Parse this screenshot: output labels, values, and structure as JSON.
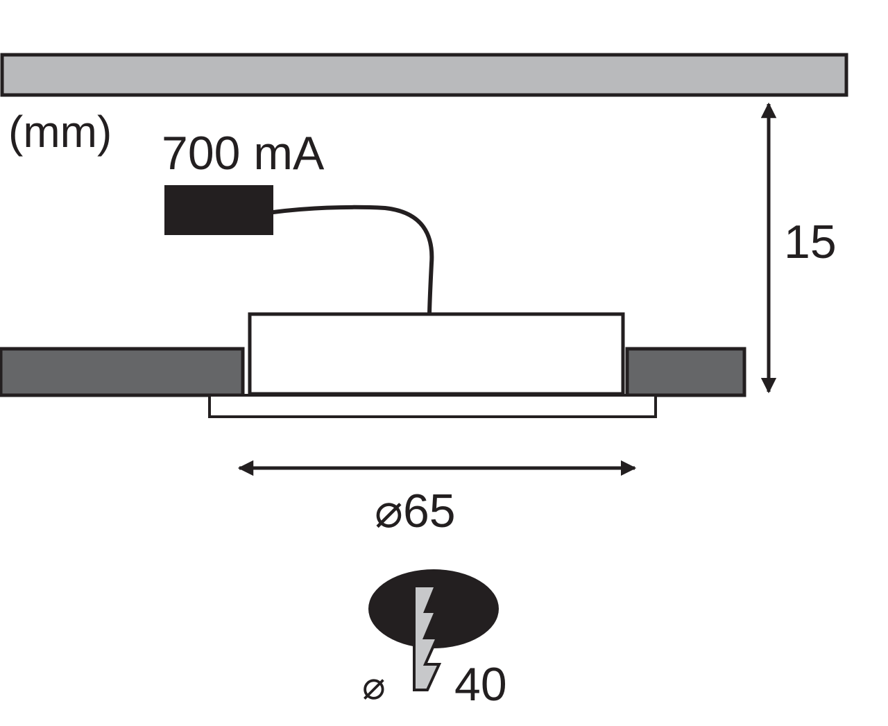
{
  "labels": {
    "unit": "(mm)",
    "current": "700 mA",
    "height": "15",
    "outer_diameter": "⌀65",
    "cutout_diameter_symbol": "⌀",
    "cutout_diameter_value": "40"
  },
  "colors": {
    "outline": "#231f20",
    "ceiling_fill": "#b9babc",
    "panel_fill": "#656668",
    "driver_fill": "#231f20",
    "body_fill": "#ffffff",
    "hole_fill": "#231f20",
    "drill_fill": "#c7c8ca"
  },
  "icons": {
    "driver": "driver-block-icon",
    "drill": "drill-bit-icon",
    "cutout": "cutout-hole-icon"
  }
}
